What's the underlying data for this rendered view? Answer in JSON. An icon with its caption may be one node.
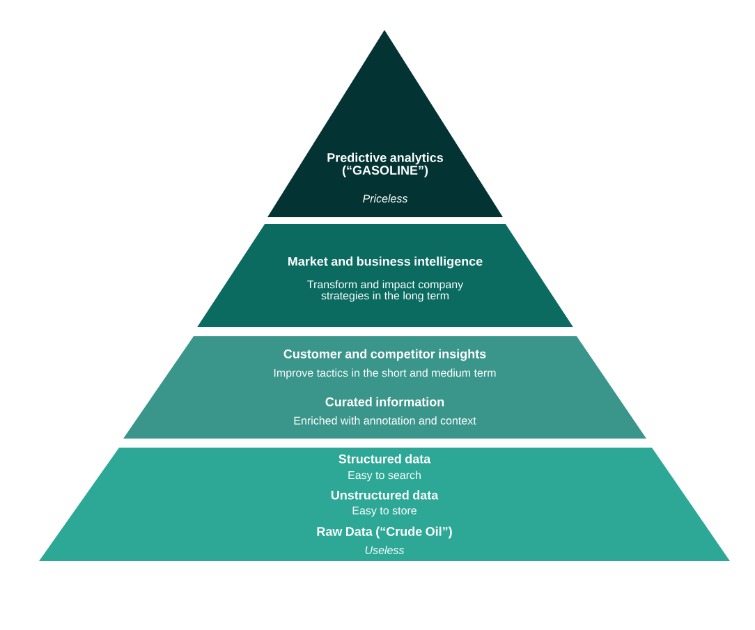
{
  "diagram": {
    "nodes": [
      {
        "text": [
          "Predictive analytics (“GASOLINE”)",
          "Priceless"
        ]
      },
      {
        "text": [
          "Market and business intelligence",
          "Transform and impact company strategies in the long term"
        ]
      },
      {
        "text": [
          "Customer and competitor insights",
          "Improve tactics in the short and medium term",
          "Curated information",
          "Enriched with annotation and context"
        ]
      },
      {
        "text": [
          "Structured data",
          "Easy to search",
          "Unstructured data",
          "Easy to store",
          "Raw Data (“Crude Oil”)",
          "Useless"
        ]
      }
    ]
  }
}
